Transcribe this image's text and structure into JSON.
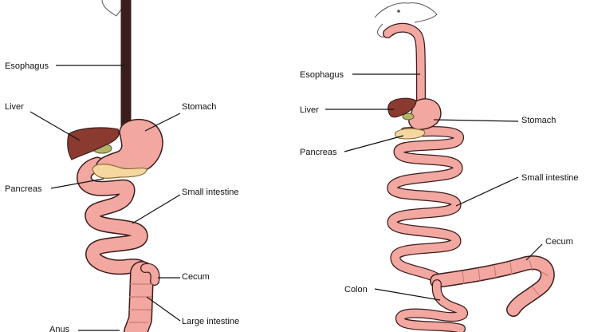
{
  "colors": {
    "tract": "#f2a7a0",
    "outline": "#3a1d1d",
    "liver": "#8b3a2f",
    "pancreas": "#f7d7a0",
    "gallbladder": "#b7b56a"
  },
  "left_diagram": {
    "labels": {
      "esophagus": "Esophagus",
      "liver": "Liver",
      "stomach": "Stomach",
      "pancreas": "Pancreas",
      "small_intestine": "Small intestine",
      "cecum": "Cecum",
      "large_intestine": "Large intestine",
      "anus": "Anus"
    }
  },
  "right_diagram": {
    "labels": {
      "esophagus": "Esophagus",
      "liver": "Liver",
      "stomach": "Stomach",
      "pancreas": "Pancreas",
      "small_intestine": "Small intestine",
      "cecum": "Cecum",
      "colon": "Colon"
    }
  }
}
